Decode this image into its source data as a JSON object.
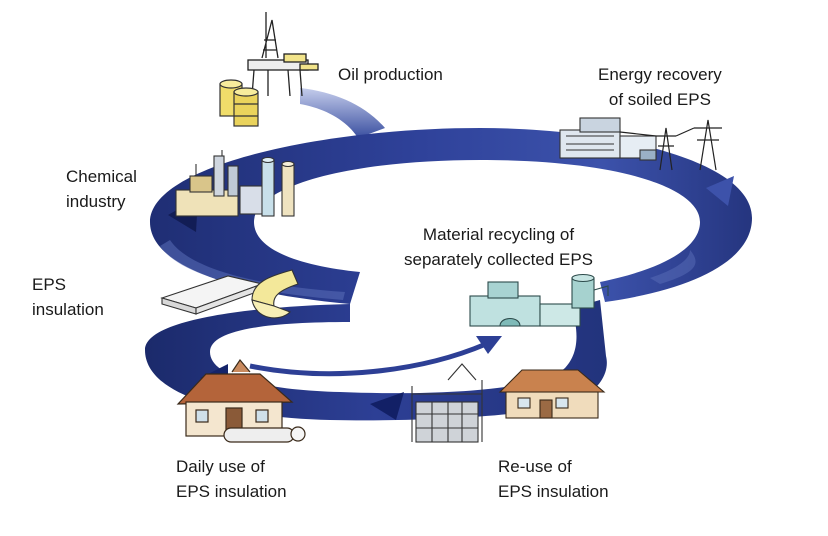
{
  "labels": {
    "oil_production": "Oil production",
    "energy_recovery": [
      "Energy recovery",
      "of soiled EPS"
    ],
    "chemical_industry": [
      "Chemical",
      "industry"
    ],
    "material_recycling": [
      "Material recycling of",
      "separately collected EPS"
    ],
    "eps_insulation": [
      "EPS",
      "insulation"
    ],
    "daily_use": [
      "Daily use of",
      "EPS insulation"
    ],
    "reuse": [
      "Re-use of",
      "EPS insulation"
    ]
  },
  "icons": [
    "oil-rig-icon",
    "oil-barrels-icon",
    "power-plant-icon",
    "power-pylon-icon",
    "chemical-plant-icon",
    "eps-board-icon",
    "eps-pipe-shell-icon",
    "recycling-plant-icon",
    "house-icon",
    "building-construction-icon",
    "cottage-icon"
  ],
  "colors": {
    "loop_dark": "#1b2a6b",
    "loop_mid": "#3a4fa0",
    "loop_light": "#8f9fd6",
    "text": "#1a1a1a"
  }
}
